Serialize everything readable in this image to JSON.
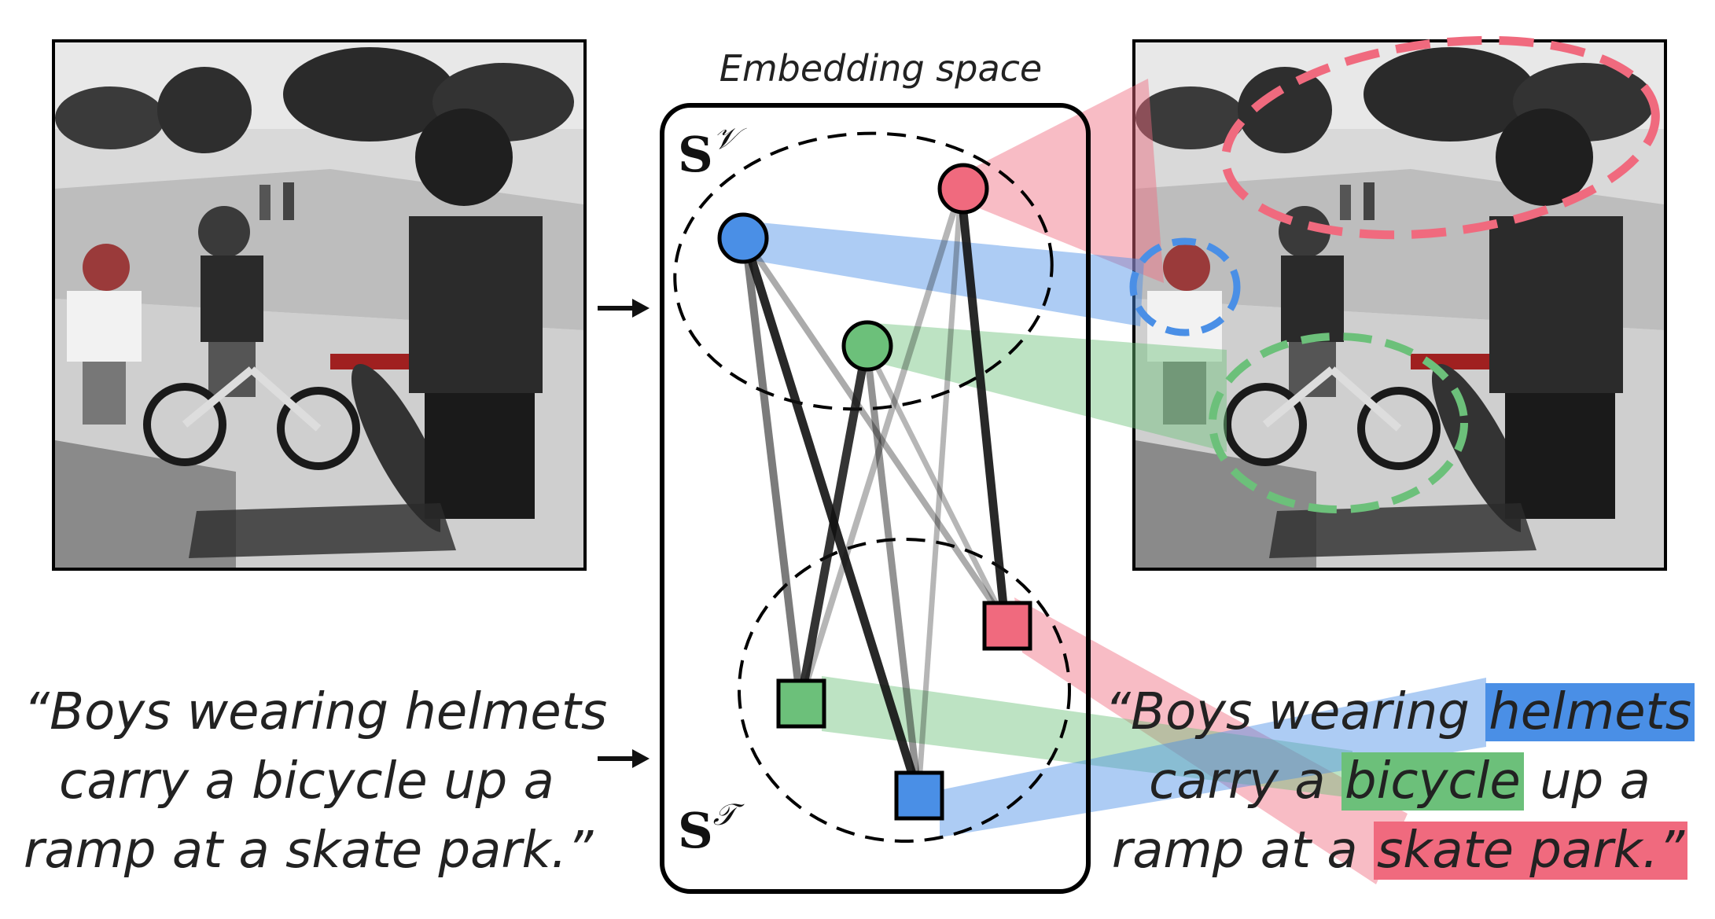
{
  "title": "Embedding space",
  "set_labels": {
    "visual": {
      "base": "S",
      "sup": "𝒱"
    },
    "text": {
      "base": "S",
      "sup": "𝒯"
    }
  },
  "caption_left": {
    "line1": "“Boys wearing helmets",
    "line2": "carry a bicycle up a",
    "line3": "ramp at a skate park.”"
  },
  "caption_right": {
    "l1_pre": "“Boys wearing ",
    "l1_hl": "helmets",
    "l2_pre": "carry a ",
    "l2_hl": "bicycle",
    "l2_post": " up a",
    "l3_pre": "ramp at a ",
    "l3_hl": "skate park.”"
  },
  "colors": {
    "blue": "#4a8fe6",
    "green": "#6cc07a",
    "red": "#f06a7e",
    "black": "#111111"
  }
}
